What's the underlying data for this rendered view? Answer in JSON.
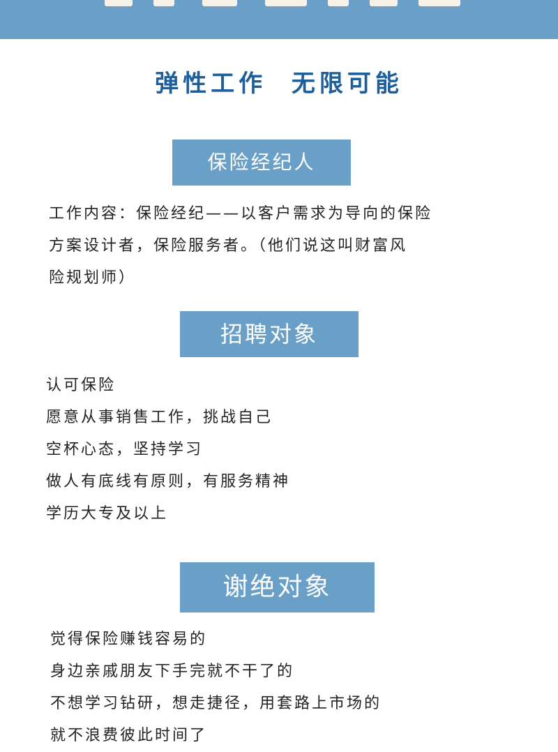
{
  "colors": {
    "banner": "#6a9fc8",
    "slogan": "#1d5f9a",
    "section_box": "#6a9fc8"
  },
  "slogan": "弹性工作  无限可能",
  "section1": {
    "title": "保险经纪人",
    "lines": [
      "工作内容：保险经纪——以客户需求为导向的保险",
      "方案设计者，保险服务者。（他们说这叫财富风",
      "险规划师）"
    ]
  },
  "section2": {
    "title": "招聘对象",
    "items": [
      "认可保险",
      "愿意从事销售工作，挑战自己",
      "空杯心态，坚持学习",
      "做人有底线有原则，有服务精神",
      "学历大专及以上"
    ]
  },
  "section3": {
    "title": "谢绝对象",
    "items": [
      "觉得保险赚钱容易的",
      "身边亲戚朋友下手完就不干了的",
      "不想学习钻研，想走捷径，用套路上市场的",
      "就不浪费彼此时间了"
    ]
  }
}
